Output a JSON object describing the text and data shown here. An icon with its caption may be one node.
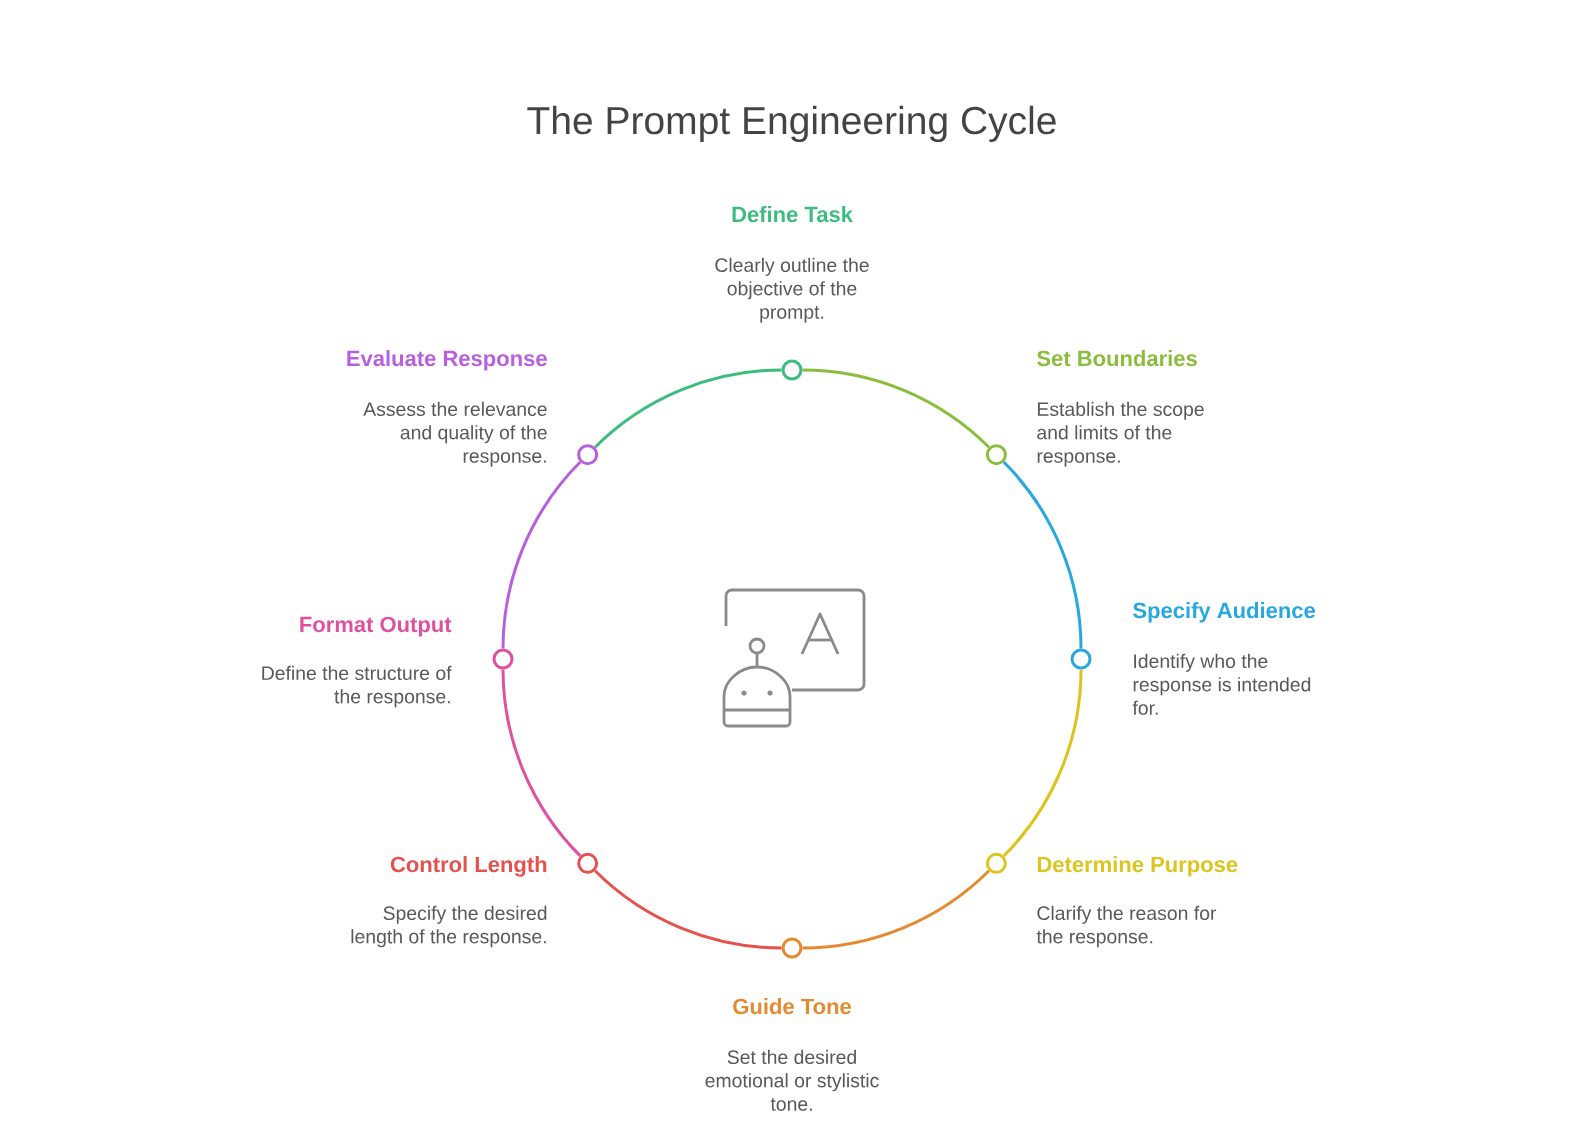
{
  "diagram": {
    "title": "The Prompt Engineering Cycle",
    "nodes": [
      {
        "text": [],
        "shape": "circle",
        "beside": [
          "Define Task",
          "Clearly outline the objective of the prompt."
        ]
      },
      {
        "text": [],
        "shape": "circle",
        "beside": [
          "Set Boundaries",
          "Establish the scope and limits of the response."
        ]
      },
      {
        "text": [],
        "shape": "circle",
        "beside": [
          "Specify Audience",
          "Identify who the response is intended for."
        ]
      },
      {
        "text": [],
        "shape": "circle",
        "beside": [
          "Determine Purpose",
          "Clarify the reason for the response."
        ]
      },
      {
        "text": [],
        "shape": "circle",
        "beside": [
          "Guide Tone",
          "Set the desired emotional or stylistic tone."
        ]
      },
      {
        "text": [],
        "shape": "circle",
        "beside": [
          "Control Length",
          "Specify the desired length of the response."
        ]
      },
      {
        "text": [],
        "shape": "circle",
        "beside": [
          "Format Output",
          "Define the structure of the response."
        ]
      },
      {
        "text": [],
        "shape": "circle",
        "beside": [
          "Evaluate Response",
          "Assess the relevance and quality of the response."
        ]
      }
    ],
    "edges": [
      {
        "from": 0,
        "to": 1,
        "arrow": "none",
        "color": "#8bbd3c"
      },
      {
        "from": 1,
        "to": 2,
        "arrow": "none",
        "color": "#27a8e0"
      },
      {
        "from": 2,
        "to": 3,
        "arrow": "none",
        "color": "#dcc41c"
      },
      {
        "from": 3,
        "to": 4,
        "arrow": "none",
        "color": "#e68a30"
      },
      {
        "from": 4,
        "to": 5,
        "arrow": "none",
        "color": "#e5524e"
      },
      {
        "from": 5,
        "to": 6,
        "arrow": "none",
        "color": "#e0509f"
      },
      {
        "from": 6,
        "to": 7,
        "arrow": "none",
        "color": "#b85fe0"
      },
      {
        "from": 7,
        "to": 0,
        "arrow": "none",
        "color": "#3dbd7d"
      }
    ]
  }
}
